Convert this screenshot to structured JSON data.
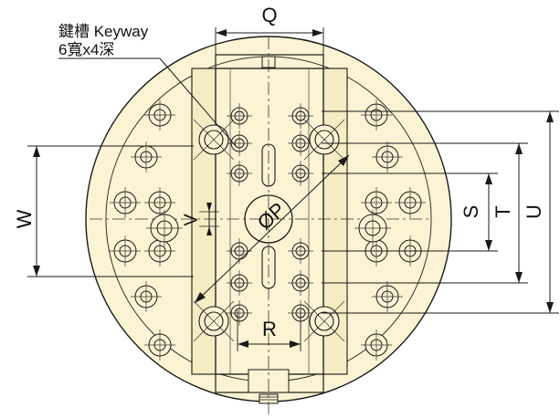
{
  "callout": {
    "line1": "鍵槽 Keyway",
    "line2": "6寬x4深"
  },
  "dimensions": {
    "Q": "Q",
    "W": "W",
    "V": "V",
    "P": "ØP",
    "R": "R",
    "S": "S",
    "T": "T",
    "U": "U"
  },
  "colors": {
    "plate_fill": "#fbf3d3",
    "outline": "#1a1a1a",
    "background": "#ffffff"
  }
}
